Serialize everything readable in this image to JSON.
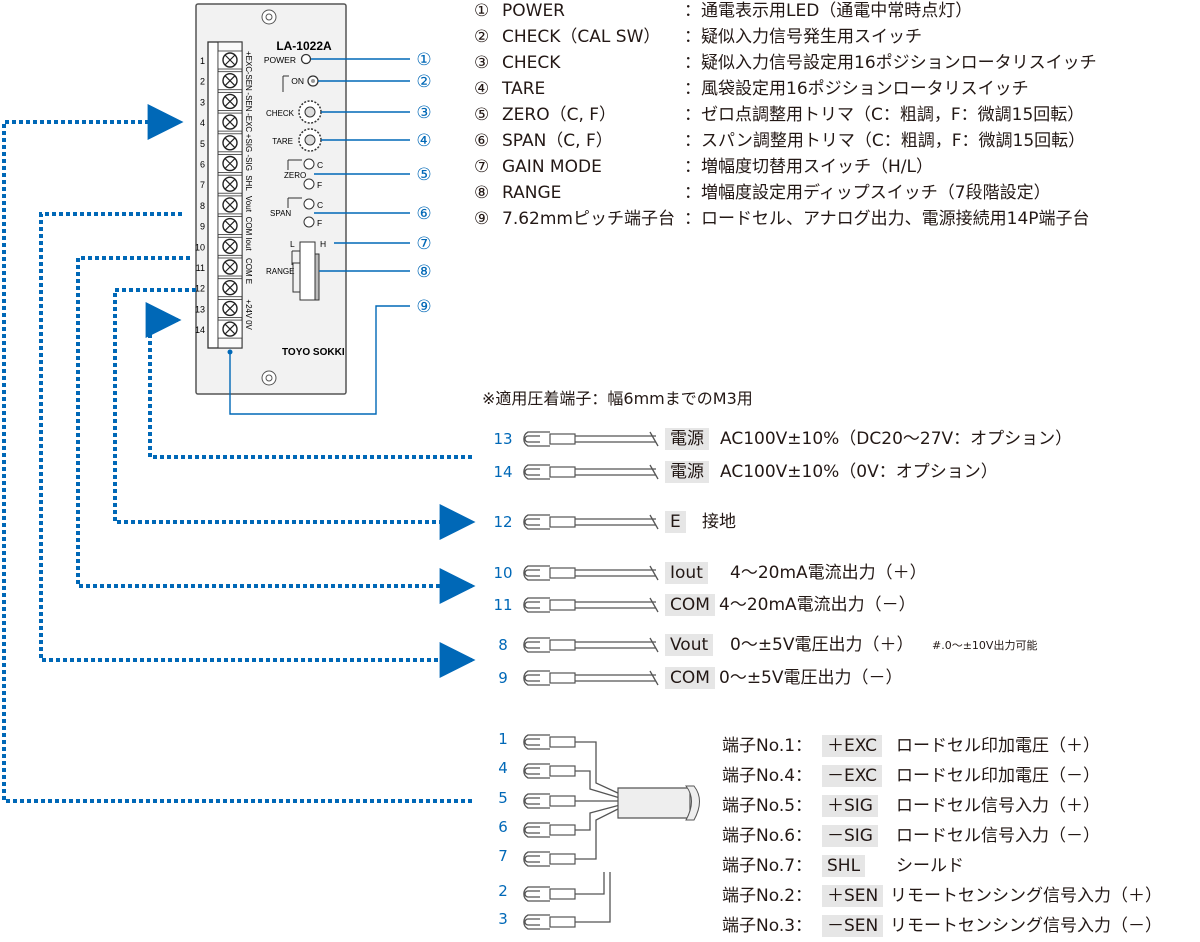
{
  "device": {
    "model": "LA-1022A",
    "maker": "TOYO SOKKI",
    "power_label": "POWER",
    "on_label": "ON",
    "check_label": "CHECK",
    "tare_label": "TARE",
    "zero_label": "ZERO",
    "span_label": "SPAN",
    "c_label": "C",
    "f_label": "F",
    "range_label": "RANGE",
    "l_label": "L",
    "h_label": "H",
    "terminal_numbers": [
      "1",
      "2",
      "3",
      "4",
      "5",
      "6",
      "7",
      "8",
      "9",
      "10",
      "11",
      "12",
      "13",
      "14"
    ],
    "terminal_labels": [
      "+EXC",
      "-SEN",
      "-SEN",
      "-EXC",
      "+SIG",
      "-SIG",
      "SHL",
      "Vout",
      "COM",
      "Iout",
      "COM",
      "E",
      "+24V",
      "0V"
    ]
  },
  "callouts": [
    "①",
    "②",
    "③",
    "④",
    "⑤",
    "⑥",
    "⑦",
    "⑧",
    "⑨"
  ],
  "legend": [
    {
      "marker": "①",
      "label": "POWER",
      "desc": "：通電表示用LED（通電中常時点灯）"
    },
    {
      "marker": "②",
      "label": "CHECK（CAL SW）",
      "desc": "：疑似入力信号発生用スイッチ"
    },
    {
      "marker": "③",
      "label": "CHECK",
      "desc": "：疑似入力信号設定用16ポジションロータリスイッチ"
    },
    {
      "marker": "④",
      "label": "TARE",
      "desc": "：風袋設定用16ポジションロータリスイッチ"
    },
    {
      "marker": "⑤",
      "label": "ZERO（C, F）",
      "desc": "：ゼロ点調整用トリマ（C：粗調，F：微調15回転）"
    },
    {
      "marker": "⑥",
      "label": "SPAN（C, F）",
      "desc": "：スパン調整用トリマ（C：粗調，F：微調15回転）"
    },
    {
      "marker": "⑦",
      "label": "GAIN MODE",
      "desc": "：増幅度切替用スイッチ（H/L）"
    },
    {
      "marker": "⑧",
      "label": "RANGE",
      "desc": "：増幅度設定用ディップスイッチ（7段階設定）"
    },
    {
      "marker": "⑨",
      "label": "7.62mmピッチ端子台",
      "desc": "：ロードセル、アナログ出力、電源接続用14P端子台"
    }
  ],
  "note": "※適用圧着端子：幅6mmまでのM3用",
  "wires": [
    {
      "num": "13",
      "tag": "電源",
      "text": "AC100V±10%（DC20〜27V：オプション）",
      "extra": ""
    },
    {
      "num": "14",
      "tag": "電源",
      "text": "AC100V±10%（0V：オプション）",
      "extra": ""
    },
    {
      "num": "12",
      "tag": "E",
      "text": "接地",
      "extra": ""
    },
    {
      "num": "10",
      "tag": "Iout",
      "text": "4〜20mA電流出力（＋）",
      "extra": ""
    },
    {
      "num": "11",
      "tag": "COM",
      "text": "4〜20mA電流出力（－）",
      "extra": ""
    },
    {
      "num": "8",
      "tag": "Vout",
      "text": "0〜±5V電圧出力（＋）",
      "extra": "#.0〜±10V出力可能"
    },
    {
      "num": "9",
      "tag": "COM",
      "text": "0〜±5V電圧出力（－）",
      "extra": ""
    }
  ],
  "cable_nums": [
    "1",
    "4",
    "5",
    "6",
    "7",
    "2",
    "3"
  ],
  "cable_rows": [
    {
      "prefix": "端子No.1：",
      "tag": "＋EXC",
      "text": "ロードセル印加電圧（＋）"
    },
    {
      "prefix": "端子No.4：",
      "tag": "－EXC",
      "text": "ロードセル印加電圧（－）"
    },
    {
      "prefix": "端子No.5：",
      "tag": "＋SIG",
      "text": "ロードセル信号入力（＋）"
    },
    {
      "prefix": "端子No.6：",
      "tag": "－SIG",
      "text": "ロードセル信号入力（－）"
    },
    {
      "prefix": "端子No.7：",
      "tag": "SHL",
      "text": "シールド"
    },
    {
      "prefix": "端子No.2：",
      "tag": "＋SEN",
      "text": "リモートセンシング信号入力（＋）"
    },
    {
      "prefix": "端子No.3：",
      "tag": "－SEN",
      "text": "リモートセンシング信号入力（－）"
    }
  ],
  "colors": {
    "blue": "#0068b7",
    "panel": "#f0f0f0",
    "tag": "#e6e6e6"
  }
}
